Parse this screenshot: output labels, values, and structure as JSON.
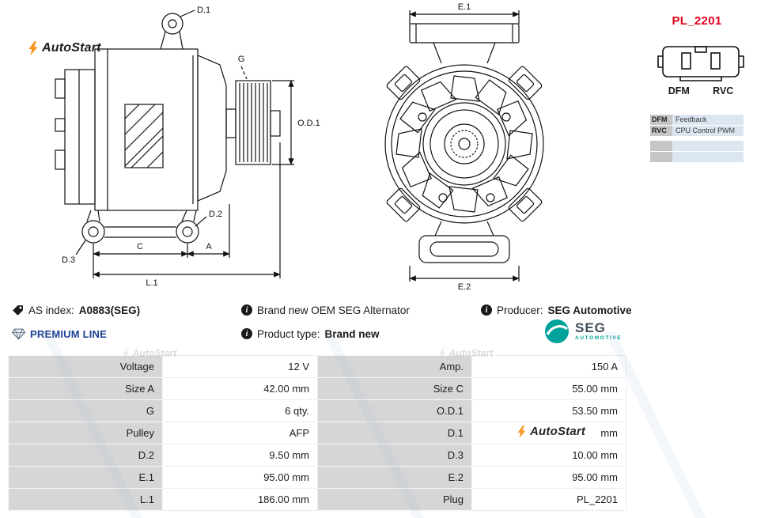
{
  "part": {
    "plug_code": "PL_2201"
  },
  "brand": {
    "name": "AutoStart"
  },
  "connector": {
    "pin_labels": [
      "DFM",
      "RVC"
    ],
    "legend": [
      {
        "key": "DFM",
        "value": "Feedback"
      },
      {
        "key": "RVC",
        "value": "CPU Control PWM"
      },
      {
        "key": "",
        "value": ""
      },
      {
        "key": "",
        "value": ""
      }
    ]
  },
  "drawing": {
    "side": {
      "d1": "D.1",
      "g": "G",
      "od1": "O.D.1",
      "d2": "D.2",
      "d3": "D.3",
      "c": "C",
      "a": "A",
      "l1": "L.1"
    },
    "front": {
      "e1": "E.1",
      "e2": "E.2"
    }
  },
  "info": {
    "as_index_label": "AS index:",
    "as_index_value": "A0883(SEG)",
    "oem_text": "Brand new OEM SEG Alternator",
    "producer_label": "Producer:",
    "producer_value": "SEG Automotive",
    "premium_line": "PREMIUM LINE",
    "product_type_label": "Product type:",
    "product_type_value": "Brand new",
    "seg_logo": {
      "name": "SEG",
      "sub": "AUTOMOTIVE"
    }
  },
  "specs": {
    "rows": [
      [
        "Voltage",
        "12 V",
        "Amp.",
        "150 A"
      ],
      [
        "Size A",
        "42.00 mm",
        "Size C",
        "55.00 mm"
      ],
      [
        "G",
        "6 qty.",
        "O.D.1",
        "53.50 mm"
      ],
      [
        "Pulley",
        "AFP",
        "D.1",
        "mm"
      ],
      [
        "D.2",
        "9.50 mm",
        "D.3",
        "10.00 mm"
      ],
      [
        "E.1",
        "95.00 mm",
        "E.2",
        "95.00 mm"
      ],
      [
        "L.1",
        "186.00 mm",
        "Plug",
        "PL_2201"
      ]
    ]
  },
  "colors": {
    "accent_red": "#e2001a",
    "premium_blue": "#1d4096",
    "seg_teal": "#00a39b",
    "autostart_orange": "#f7941d",
    "table_label_bg": "#d6d6d6",
    "legend_value_bg": "#dce6f0",
    "legend_key_bg": "#c6c6c6"
  }
}
